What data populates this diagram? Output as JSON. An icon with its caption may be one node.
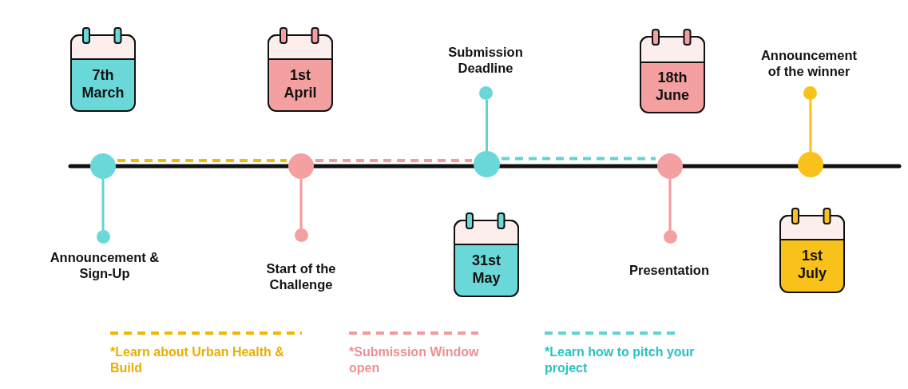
{
  "diagram": {
    "nodes": [
      {
        "text": [
          "7th March"
        ]
      },
      {
        "text": [],
        "shape": "circle"
      },
      {
        "text": [],
        "shape": "circle",
        "beside": [
          "Announcement & Sign-Up"
        ]
      },
      {
        "text": [
          "1st April"
        ]
      },
      {
        "text": [],
        "shape": "circle"
      },
      {
        "text": [],
        "shape": "circle",
        "beside": [
          "Start of the Challenge"
        ]
      },
      {
        "text": [],
        "shape": "circle",
        "beside": [
          "Submission Deadline"
        ]
      },
      {
        "text": [],
        "shape": "circle"
      },
      {
        "text": [
          "31st May"
        ]
      },
      {
        "text": [
          "18th June"
        ]
      },
      {
        "text": [],
        "shape": "circle"
      },
      {
        "text": [],
        "shape": "circle",
        "beside": [
          "Presentation"
        ]
      },
      {
        "text": [],
        "shape": "circle",
        "beside": [
          "Announcement of the winner"
        ]
      },
      {
        "text": [],
        "shape": "circle"
      },
      {
        "text": [
          "1st July"
        ]
      }
    ],
    "edges": [
      {
        "from": 1,
        "to": 4,
        "arrow": "none",
        "style": "dashed",
        "color": "#f2b705"
      },
      {
        "from": 4,
        "to": 7,
        "arrow": "none",
        "style": "dashed",
        "color": "#f29a9c"
      },
      {
        "from": 7,
        "to": 10,
        "arrow": "none",
        "style": "dashed",
        "color": "#62d3d3"
      },
      {
        "from": 1,
        "to": 2,
        "arrow": "none",
        "color": "#62d3d3"
      },
      {
        "from": 4,
        "to": 5,
        "arrow": "none",
        "color": "#f29a9c"
      },
      {
        "from": 7,
        "to": 6,
        "arrow": "none",
        "color": "#62d3d3"
      },
      {
        "from": 10,
        "to": 11,
        "arrow": "none",
        "color": "#f29a9c"
      },
      {
        "from": 13,
        "to": 12,
        "arrow": "none",
        "color": "#f7c31b"
      }
    ],
    "legend": [
      {
        "text": "*Learn about Urban Health & Build"
      },
      {
        "text": "*Submission Window open"
      },
      {
        "text": "*Learn how to pitch your project"
      }
    ]
  }
}
